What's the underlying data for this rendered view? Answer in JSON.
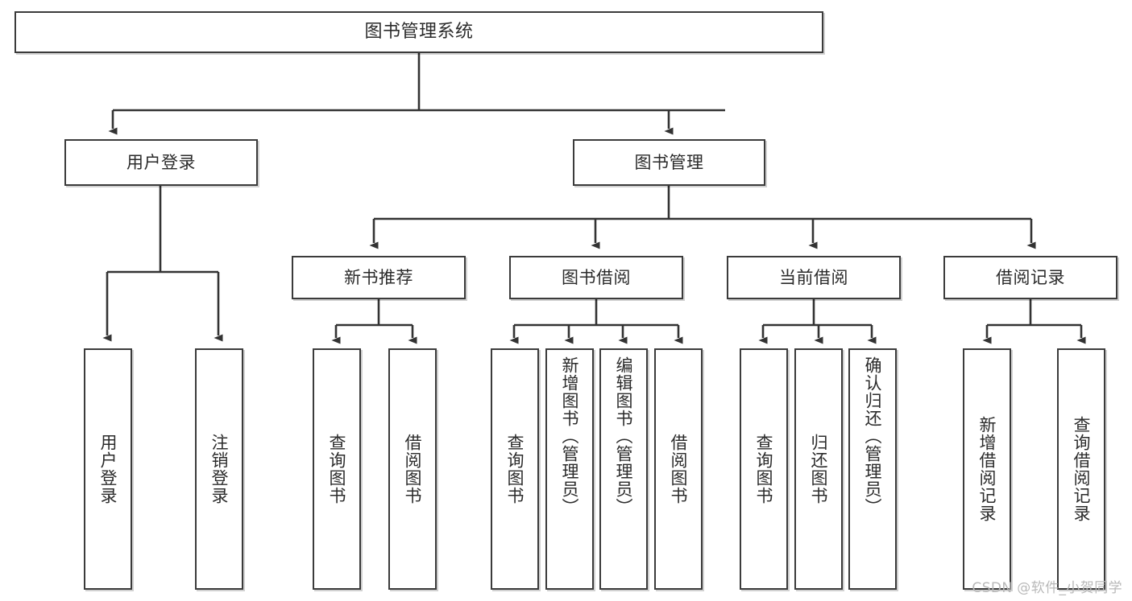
{
  "diagram": {
    "title": "图书管理系统",
    "type": "tree-hierarchy-diagram",
    "watermark": "CSDN @软件_小贺同学",
    "colors": {
      "border": "#3b3b3b",
      "background": "#ffffff",
      "text": "#2b2b2b",
      "edge": "#3b3b3b",
      "watermark": "#b9b9b9"
    },
    "nodes": {
      "root": {
        "label": "图书管理系统"
      },
      "level1": [
        {
          "id": "user-login",
          "label": "用户登录"
        },
        {
          "id": "book-manage",
          "label": "图书管理"
        }
      ],
      "level2": [
        {
          "id": "new-book-recommend",
          "label": "新书推荐"
        },
        {
          "id": "book-borrow",
          "label": "图书借阅"
        },
        {
          "id": "current-borrow",
          "label": "当前借阅"
        },
        {
          "id": "borrow-record",
          "label": "借阅记录"
        }
      ],
      "leaves": {
        "user_login": [
          {
            "id": "leaf-user-login",
            "label": "用户登录"
          },
          {
            "id": "leaf-logout-login",
            "label": "注销登录"
          }
        ],
        "new_book_recommend": [
          {
            "id": "leaf-query-book-1",
            "label": "查询图书"
          },
          {
            "id": "leaf-borrow-book-1",
            "label": "借阅图书"
          }
        ],
        "book_borrow": [
          {
            "id": "leaf-query-book-2",
            "label": "查询图书"
          },
          {
            "id": "leaf-add-book",
            "label": "新增图书（管理员）"
          },
          {
            "id": "leaf-edit-book",
            "label": "编辑图书（管理员）"
          },
          {
            "id": "leaf-borrow-book-2",
            "label": "借阅图书"
          }
        ],
        "current_borrow": [
          {
            "id": "leaf-query-book-3",
            "label": "查询图书"
          },
          {
            "id": "leaf-return-book",
            "label": "归还图书"
          },
          {
            "id": "leaf-confirm-return",
            "label": "确认归还（管理员）"
          }
        ],
        "borrow_record": [
          {
            "id": "leaf-add-borrow-record",
            "label": "新增借阅记录"
          },
          {
            "id": "leaf-query-borrow-record",
            "label": "查询借阅记录"
          }
        ]
      }
    }
  }
}
